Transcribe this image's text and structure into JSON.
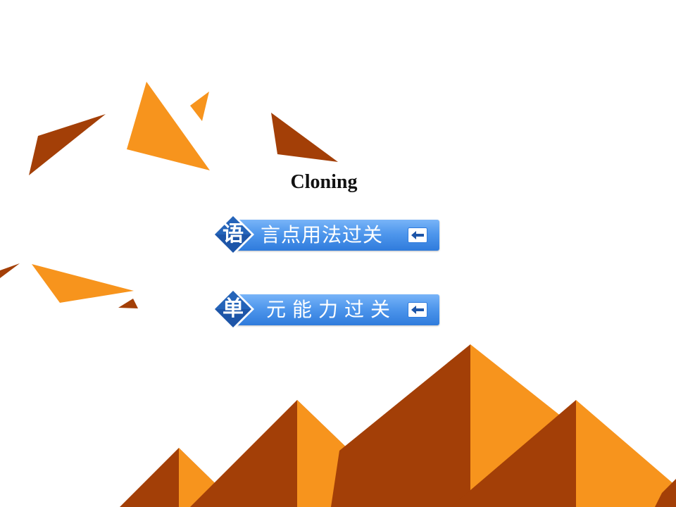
{
  "slide": {
    "title": "Cloning"
  },
  "nav": {
    "buttons": [
      {
        "badge": "语",
        "label": "言点用法过关",
        "icon": "back-arrow-icon"
      },
      {
        "badge": "单",
        "label": "元能力过关",
        "icon": "back-arrow-icon"
      }
    ]
  },
  "colors": {
    "orange": "#f7941d",
    "dark_orange": "#a33f07",
    "button_blue": "#4f97ec",
    "diamond_blue": "#1d55a8"
  }
}
